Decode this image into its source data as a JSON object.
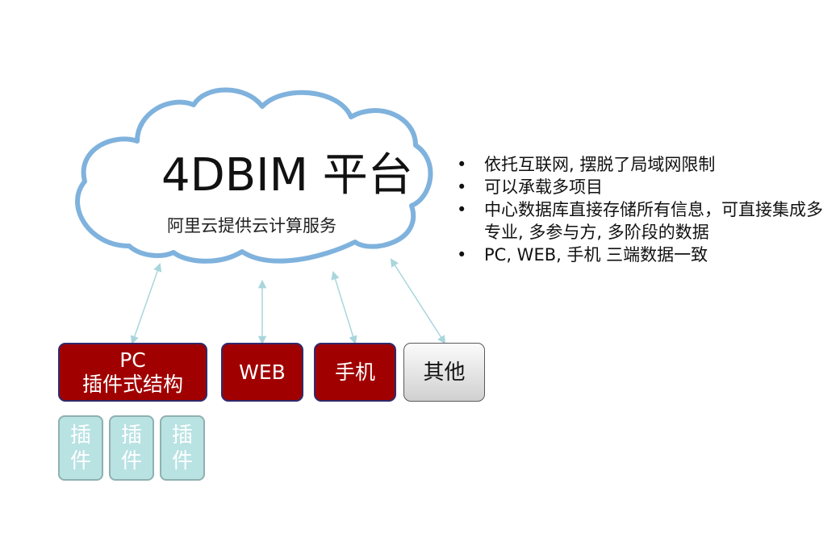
{
  "cloud": {
    "title": "4DBIM 平台",
    "subtitle": "阿里云提供云计算服务"
  },
  "bullets": [
    "依托互联网, 摆脱了局域网限制",
    "可以承载多项目",
    "中心数据库直接存储所有信息，可直接集成多专业, 多参与方, 多阶段的数据",
    "PC, WEB, 手机 三端数据一致"
  ],
  "clients": {
    "pc_line1": "PC",
    "pc_line2": "插件式结构",
    "web": "WEB",
    "mobile": "手机",
    "other": "其他"
  },
  "plugins": [
    {
      "line1": "插",
      "line2": "件"
    },
    {
      "line1": "插",
      "line2": "件"
    },
    {
      "line1": "插",
      "line2": "件"
    }
  ],
  "colors": {
    "cloud_outline": "#7fb2dd",
    "arrow": "#a8d6dc",
    "client_red": "#a10000",
    "client_border": "#2f2a6b",
    "plugin_fill": "#b9e2e3"
  }
}
